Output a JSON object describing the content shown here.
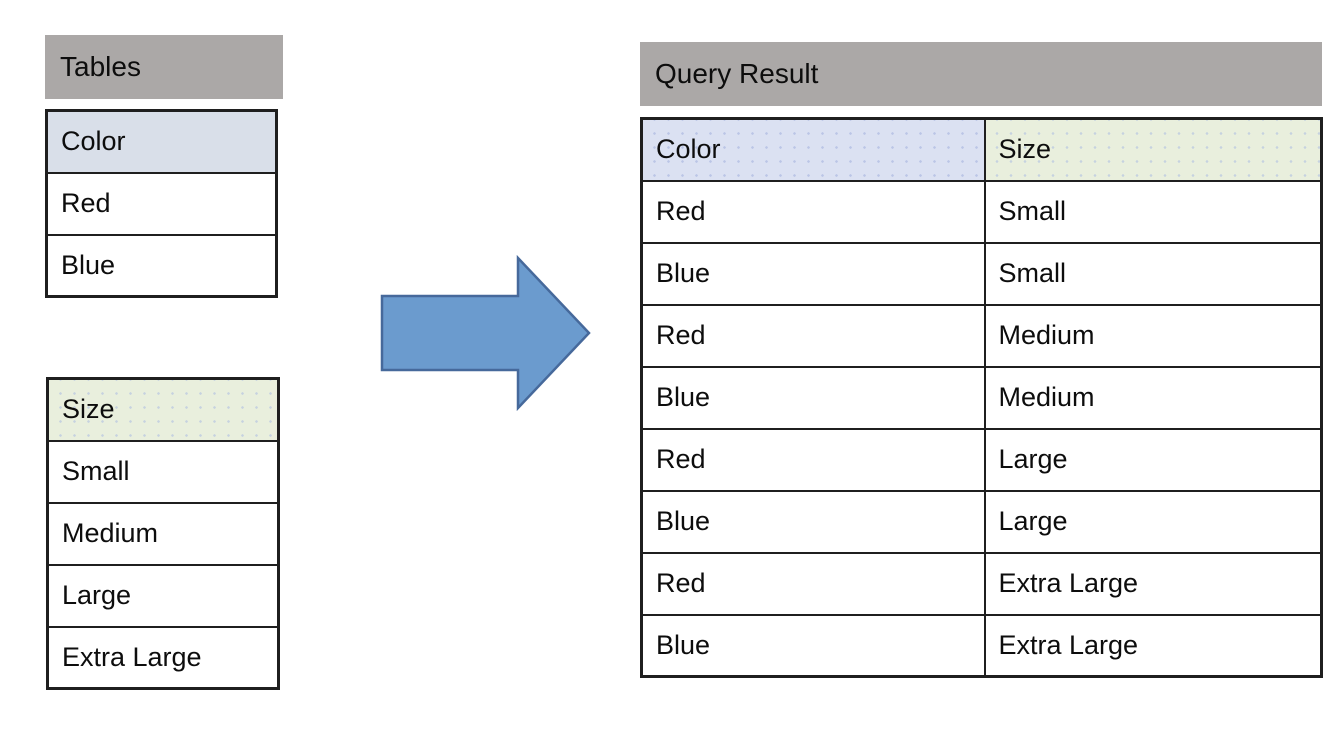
{
  "colors": {
    "header_bar_bg": "#aba8a7",
    "color_header_bg_left": "#d9dfe9",
    "color_header_bg_right": "#dbe1f2",
    "size_header_bg": "#e9efdd",
    "arrow_fill": "#6b9bce",
    "arrow_stroke": "#46699b",
    "table_border": "#1f1f1f",
    "text_color": "#0d0d0d",
    "page_bg": "#ffffff"
  },
  "left_panel": {
    "title": "Tables",
    "color_table": {
      "header": "Color",
      "rows": [
        "Red",
        "Blue"
      ]
    },
    "size_table": {
      "header": "Size",
      "rows": [
        "Small",
        "Medium",
        "Large",
        "Extra Large"
      ]
    }
  },
  "arrow": {
    "icon": "right-block-arrow"
  },
  "right_panel": {
    "title": "Query Result",
    "result_table": {
      "columns": [
        "Color",
        "Size"
      ],
      "rows": [
        {
          "color": "Red",
          "size": "Small"
        },
        {
          "color": "Blue",
          "size": "Small"
        },
        {
          "color": "Red",
          "size": "Medium"
        },
        {
          "color": "Blue",
          "size": "Medium"
        },
        {
          "color": "Red",
          "size": "Large"
        },
        {
          "color": "Blue",
          "size": "Large"
        },
        {
          "color": "Red",
          "size": "Extra Large"
        },
        {
          "color": "Blue",
          "size": "Extra Large"
        }
      ]
    }
  }
}
